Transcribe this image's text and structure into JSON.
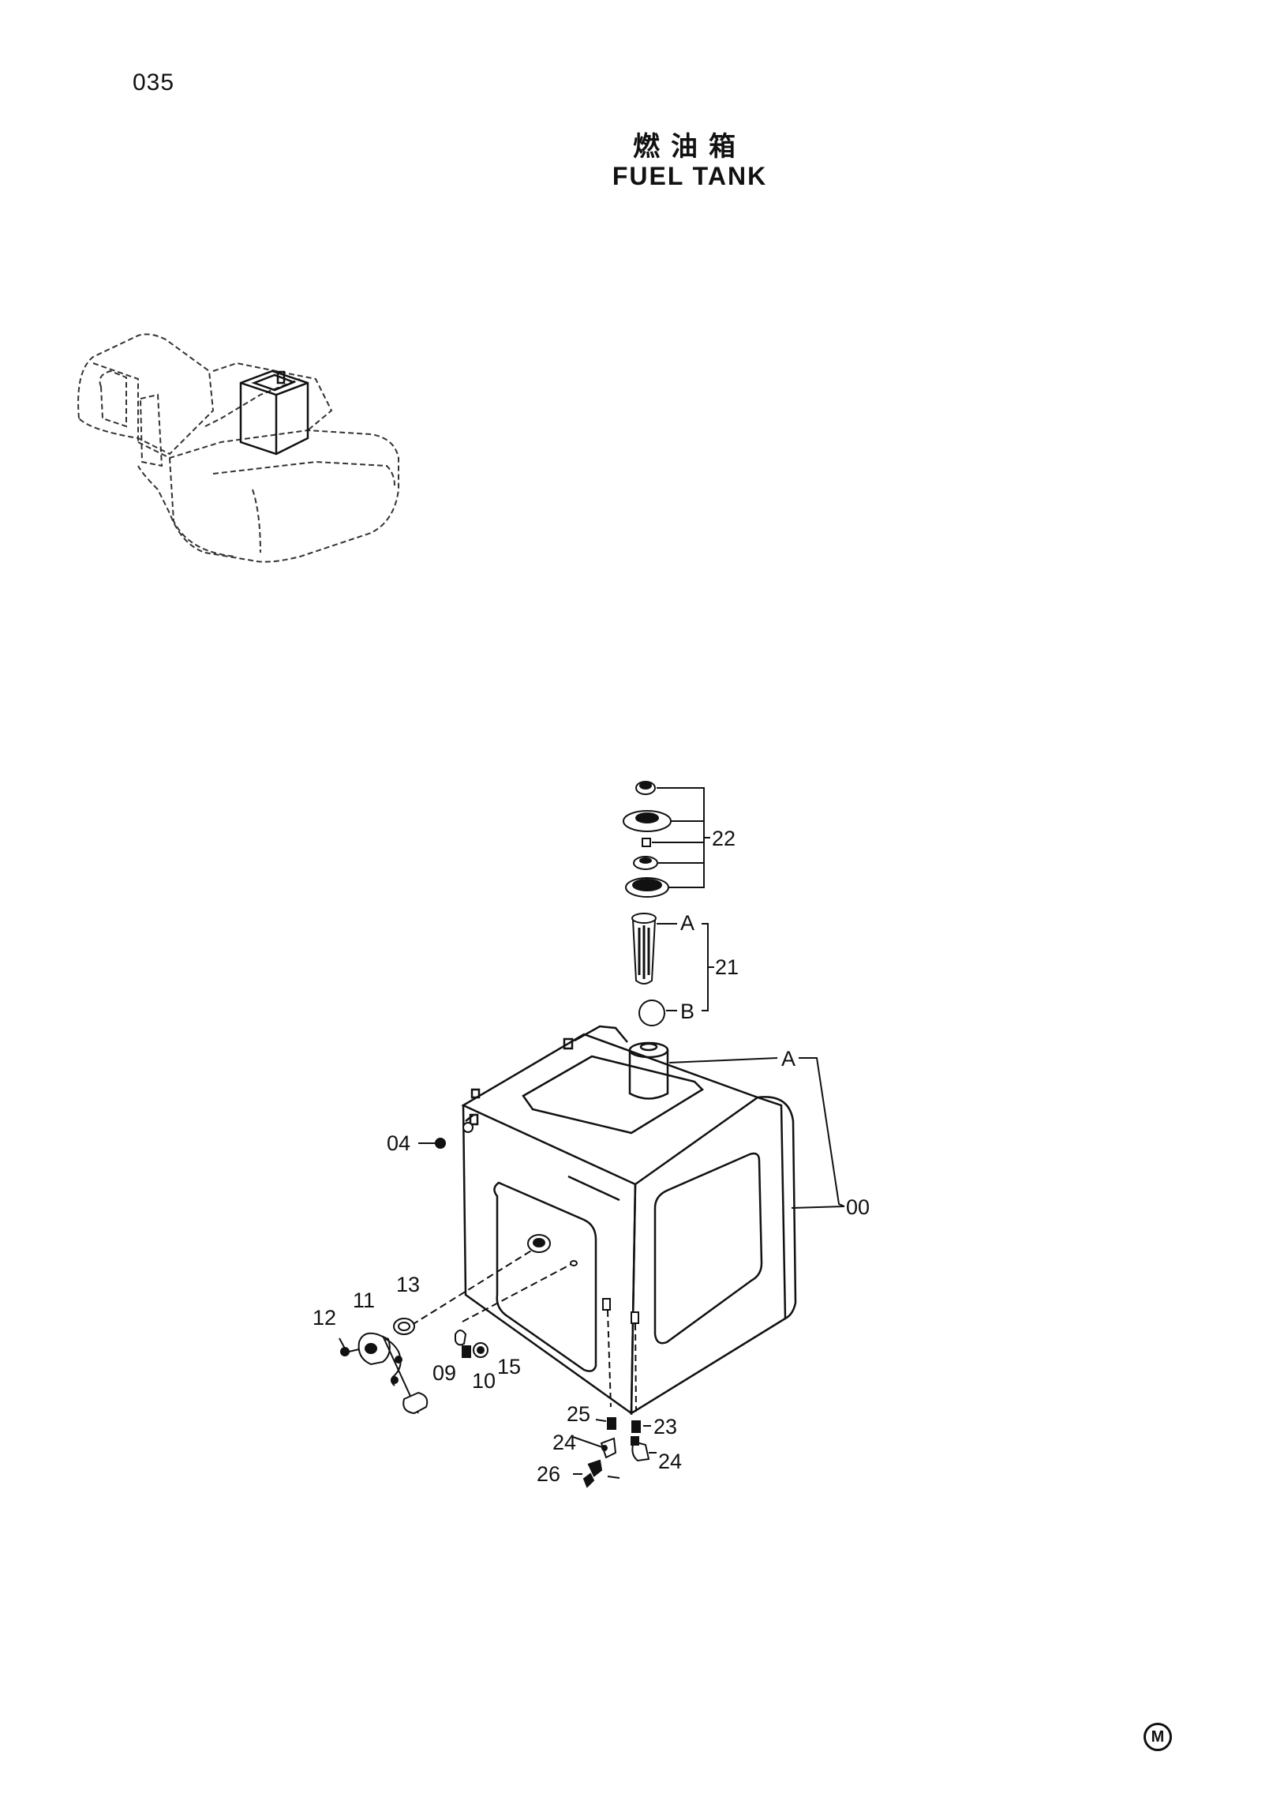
{
  "page_number": "035",
  "title": {
    "zh": "燃油箱",
    "en": "FUEL TANK"
  },
  "callouts": {
    "c22": "22",
    "c21": "21",
    "cA_top": "A",
    "cB": "B",
    "cA_tank": "A",
    "c00": "00",
    "c04": "04",
    "c13": "13",
    "c11": "11",
    "c12": "12",
    "c09": "09",
    "c10": "10",
    "c15": "15",
    "c25": "25",
    "c24_left": "24",
    "c26": "26",
    "c23": "23",
    "c24_right": "24"
  },
  "corner_mark": "M"
}
